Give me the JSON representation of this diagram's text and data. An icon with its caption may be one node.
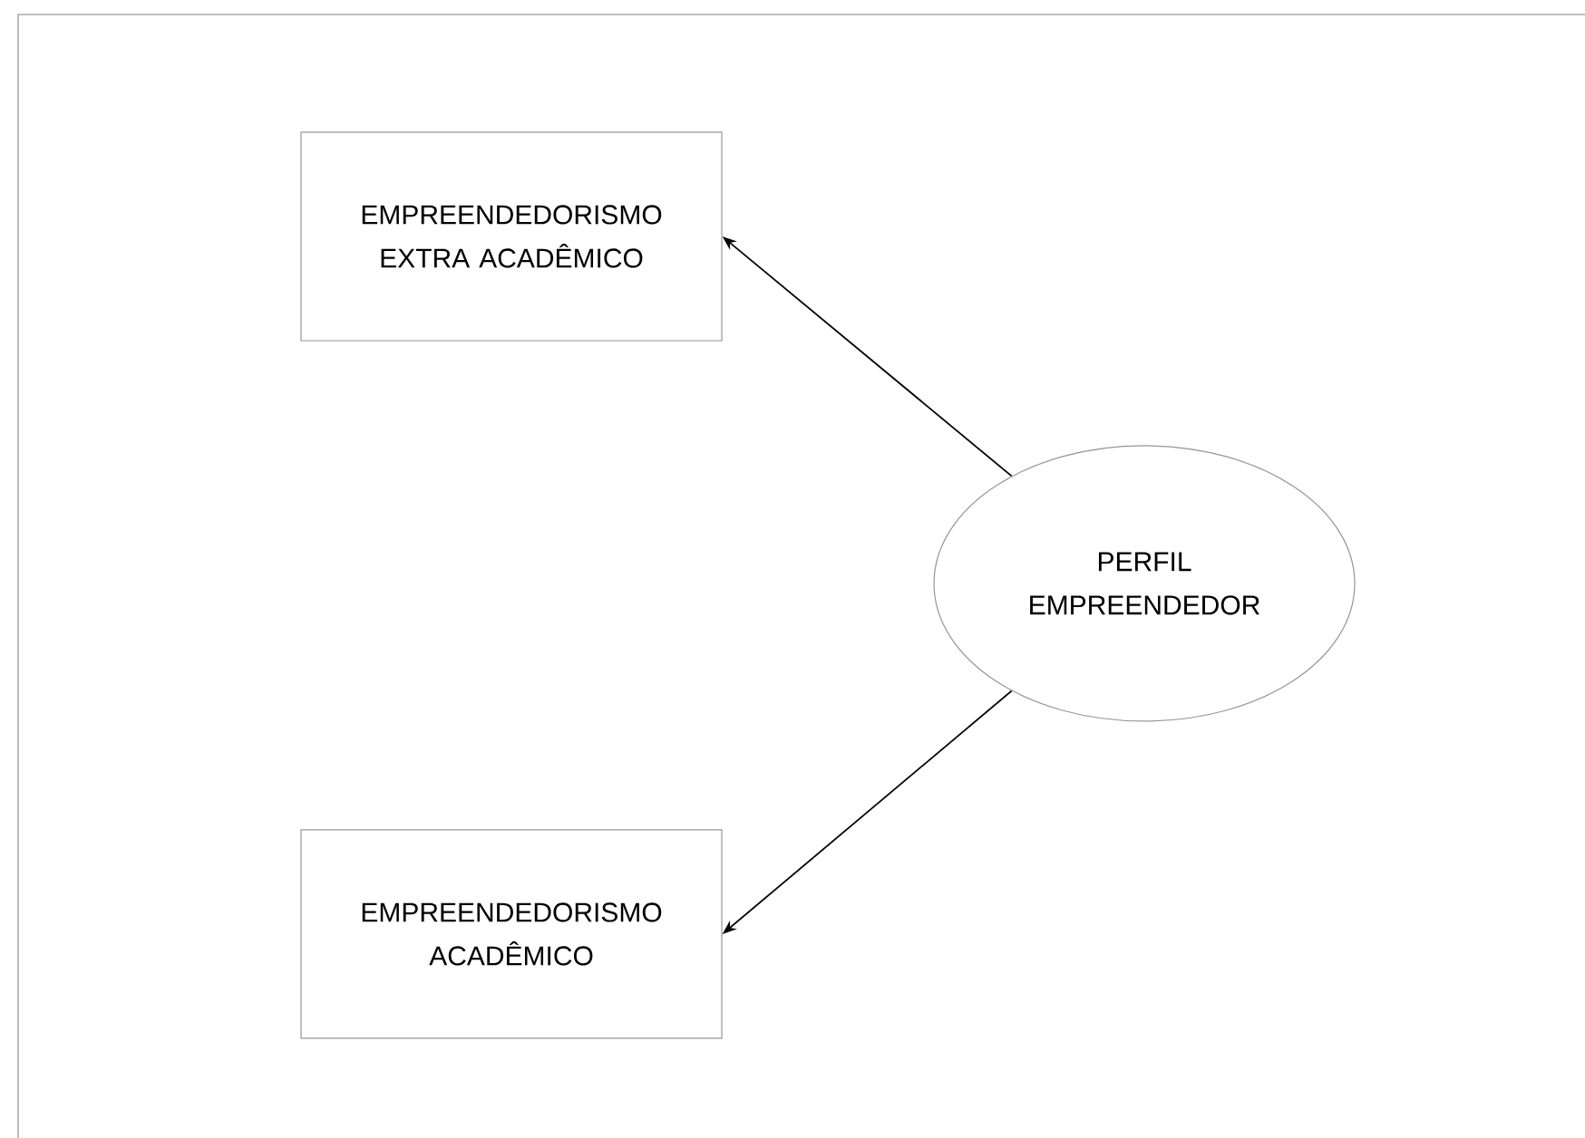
{
  "diagram": {
    "nodes": [
      {
        "text": [
          "EMPREENDEDORISMO EXTRA ACADÊMICO"
        ]
      },
      {
        "text": [
          "PERFIL EMPREENDEDOR"
        ]
      },
      {
        "text": [
          "EMPREENDEDORISMO ACADÊMICO"
        ]
      }
    ],
    "edges": [
      {
        "from": 1,
        "to": 0,
        "arrow": "to"
      },
      {
        "from": 1,
        "to": 2,
        "arrow": "to"
      }
    ]
  }
}
